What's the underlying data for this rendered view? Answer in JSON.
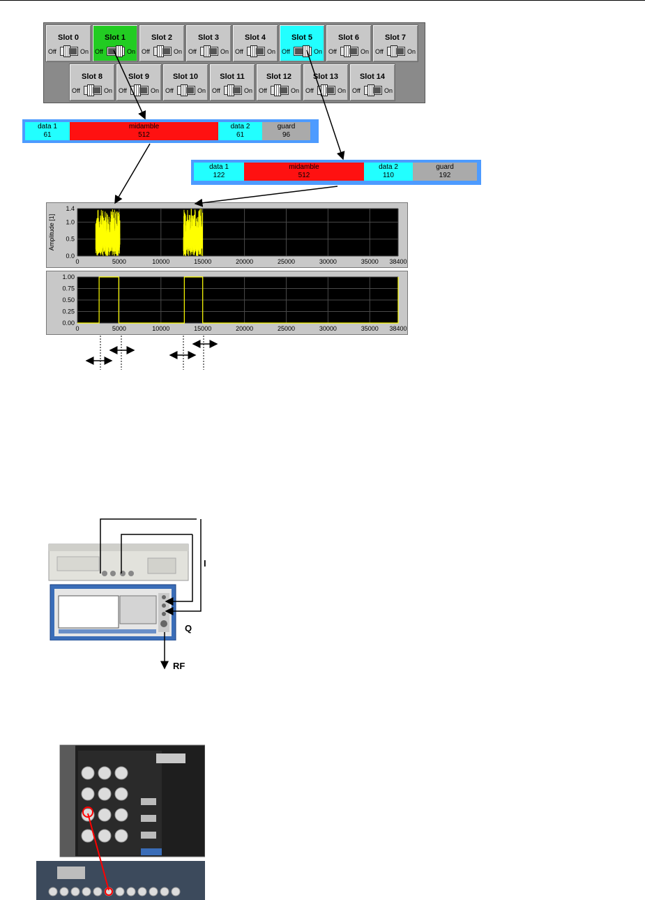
{
  "slots": [
    {
      "label": "Slot 0",
      "state": "off",
      "highlight": "none"
    },
    {
      "label": "Slot 1",
      "state": "on",
      "highlight": "#22cc22"
    },
    {
      "label": "Slot 2",
      "state": "off",
      "highlight": "none"
    },
    {
      "label": "Slot 3",
      "state": "off",
      "highlight": "none"
    },
    {
      "label": "Slot 4",
      "state": "off",
      "highlight": "none"
    },
    {
      "label": "Slot 5",
      "state": "on",
      "highlight": "#22ffff"
    },
    {
      "label": "Slot 6",
      "state": "off",
      "highlight": "none"
    },
    {
      "label": "Slot 7",
      "state": "off",
      "highlight": "none"
    },
    {
      "label": "Slot 8",
      "state": "off",
      "highlight": "none"
    },
    {
      "label": "Slot 9",
      "state": "off",
      "highlight": "none"
    },
    {
      "label": "Slot 10",
      "state": "off",
      "highlight": "none"
    },
    {
      "label": "Slot 11",
      "state": "off",
      "highlight": "none"
    },
    {
      "label": "Slot 12",
      "state": "off",
      "highlight": "none"
    },
    {
      "label": "Slot 13",
      "state": "off",
      "highlight": "none"
    },
    {
      "label": "Slot 14",
      "state": "off",
      "highlight": "none"
    }
  ],
  "toggle": {
    "off_label": "Off",
    "on_label": "On"
  },
  "burst1": {
    "segments": [
      {
        "label": "data 1",
        "value": "61",
        "color": "#22ffff"
      },
      {
        "label": "midamble",
        "value": "512",
        "color": "#ff1111"
      },
      {
        "label": "data 2",
        "value": "61",
        "color": "#22ffff"
      },
      {
        "label": "guard",
        "value": "96",
        "color": "#aaaaaa"
      }
    ]
  },
  "burst2": {
    "segments": [
      {
        "label": "data 1",
        "value": "122",
        "color": "#22ffff"
      },
      {
        "label": "midamble",
        "value": "512",
        "color": "#ff1111"
      },
      {
        "label": "data 2",
        "value": "110",
        "color": "#22ffff"
      },
      {
        "label": "guard",
        "value": "192",
        "color": "#aaaaaa"
      }
    ]
  },
  "chart_data": [
    {
      "type": "line",
      "ylabel": "Amplitude [1]",
      "xlim": [
        0,
        38400
      ],
      "ylim": [
        0,
        1.4
      ],
      "xticks": [
        "0",
        "5000",
        "10000",
        "15000",
        "20000",
        "25000",
        "30000",
        "35000",
        "38400"
      ],
      "yticks": [
        "0.0",
        "0.5",
        "1.0",
        "1.4"
      ],
      "bursts": [
        [
          2200,
          5100
        ],
        [
          12700,
          15000
        ]
      ],
      "series_color": "#ffff00",
      "grid": true
    },
    {
      "type": "line",
      "xlim": [
        0,
        38400
      ],
      "ylim": [
        0,
        1
      ],
      "xticks": [
        "0",
        "5000",
        "10000",
        "15000",
        "20000",
        "25000",
        "30000",
        "35000",
        "38400"
      ],
      "yticks": [
        "0.00",
        "0.25",
        "0.50",
        "0.75",
        "1.00"
      ],
      "pulses": [
        [
          2600,
          4950
        ],
        [
          12800,
          15000
        ]
      ],
      "series_color": "#ffff00",
      "grid": true
    }
  ],
  "setup": {
    "label_i": "I",
    "label_q": "Q",
    "label_rf": "RF"
  }
}
